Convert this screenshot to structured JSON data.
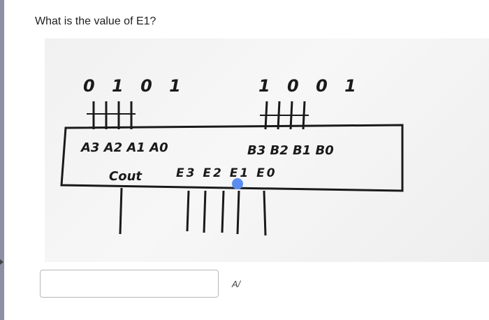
{
  "question": {
    "text": "What is the value of E1?"
  },
  "diagram": {
    "a_bits": "0 1 0 1",
    "b_bits": "1 0 0 1",
    "a_labels": "A3 A2 A1 A0",
    "b_labels": "B3 B2 B1 B0",
    "cout_label": "Cout",
    "e_labels": "E3 E2 E1 E0"
  },
  "answer": {
    "value": "",
    "placeholder": ""
  },
  "spellcheck": {
    "icon": "spellcheck-icon",
    "glyph": "A/"
  },
  "colors": {
    "highlight": "#5b8df0"
  }
}
